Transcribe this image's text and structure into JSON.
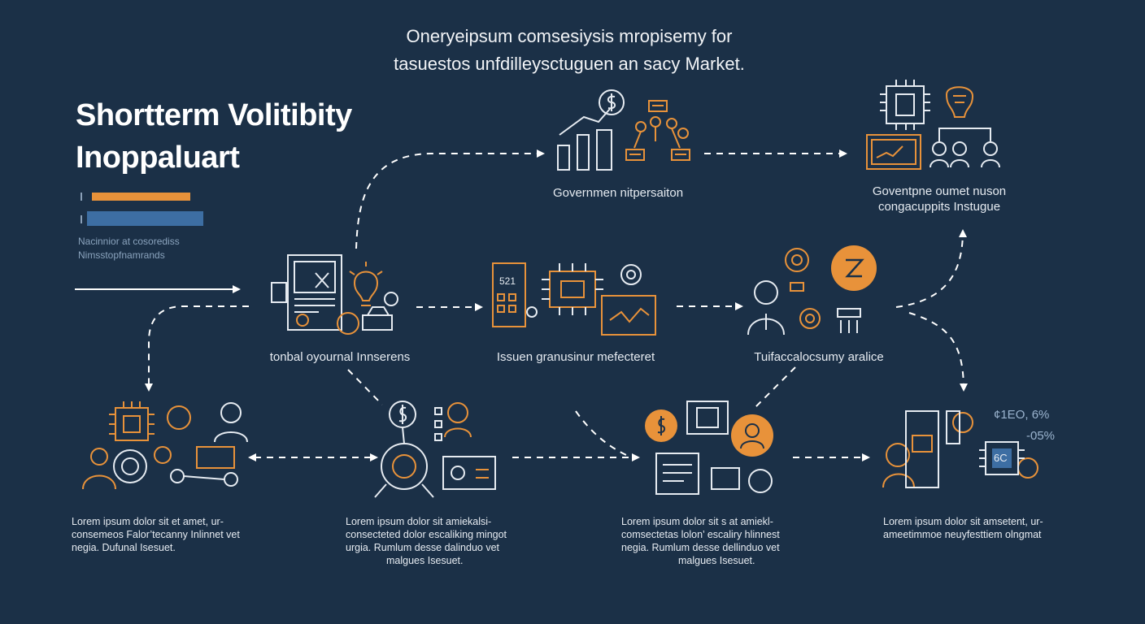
{
  "header": {
    "line1": "Oneryeipsum comsesiysis mropisemy for",
    "line2": "tasuestos unfdilleysctuguen an sacy Market."
  },
  "title": {
    "line1": "Shortterm Volitibity",
    "line2": "Inoppaluart"
  },
  "legend": {
    "text1": "Nacinnior at cosorediss",
    "text2": "Nimsstopfnamrands"
  },
  "nodes": {
    "top_center": "Governmen nitpersaiton",
    "top_right_1": "Goventpne oumet nuson",
    "top_right_2": "congacuppits Instugue",
    "mid_1": "tonbal oyournal Innserens",
    "mid_2": "Issuen granusinur mefecteret",
    "mid_3": "Tuifaccalocsumy aralice",
    "lcd_value": "521",
    "chip_value": "6C"
  },
  "readouts": {
    "value1": "¢1EO, 6%",
    "value2": "-05%"
  },
  "descriptions": {
    "d1": [
      "Lorem ipsum dolor sit et amet, ur-",
      "consemeos Falor’tecanny Inlinnet vet",
      "negia. Dufunal Isesuet."
    ],
    "d2": [
      "Lorem ipsum dolor sit amiekalsi-",
      "consecteted dolor escaliking mingot",
      "urgia. Rumlum desse dalinduo vet",
      "malgues Isesuet."
    ],
    "d3": [
      "Lorem ipsum dolor sit s at amiekl-",
      "comsectetas lolon’ escaliry hlinnest",
      "negia. Rumlum desse dellinduo vet",
      "malgues Isesuet."
    ],
    "d4": [
      "Lorem ipsum dolor sit amsetent, ur-",
      "ameetimmoe neuyfesttiem olngmat"
    ]
  },
  "colors": {
    "background": "#1b3047",
    "accent_orange": "#e8923a",
    "accent_blue": "#3d6ea3",
    "line_white": "#ffffff"
  }
}
